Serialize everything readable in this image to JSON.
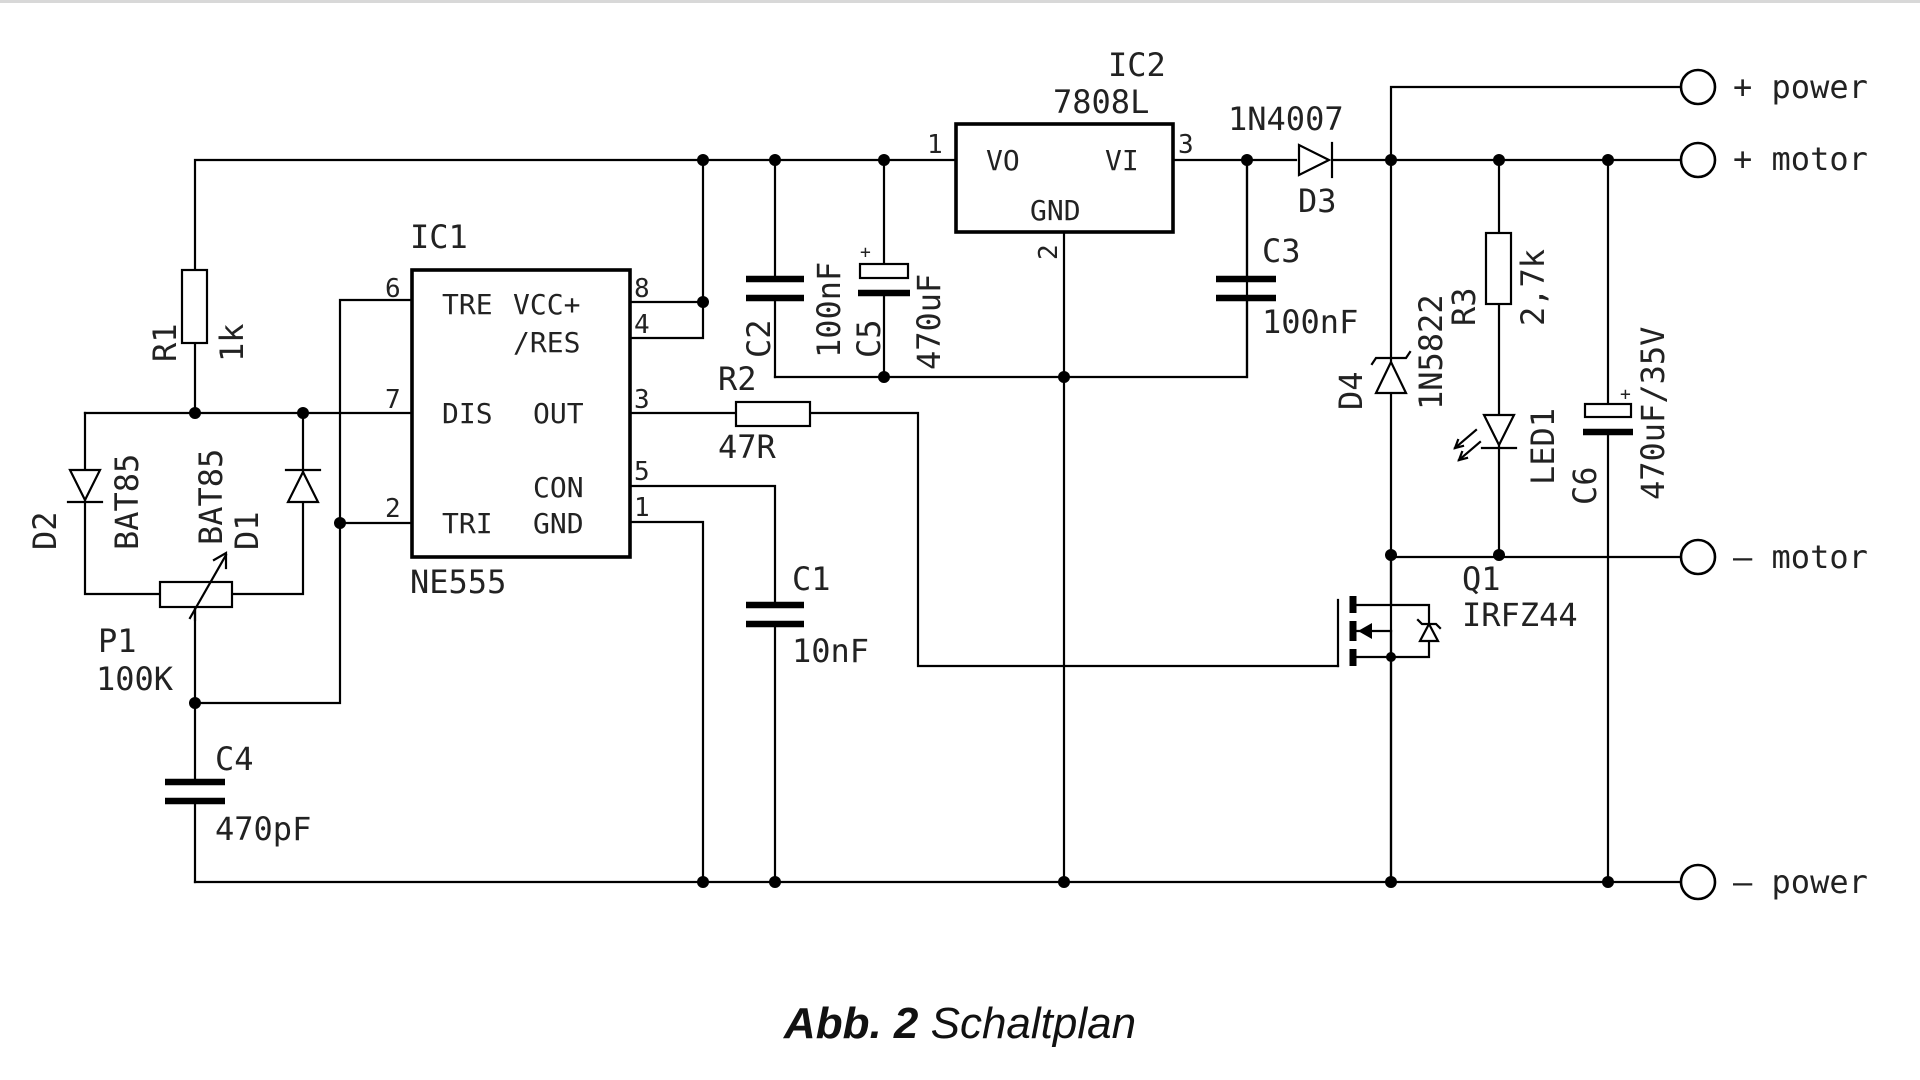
{
  "figure": {
    "caption_bold": "Abb. 2",
    "caption_rest": " Schaltplan"
  },
  "ic1": {
    "ref": "IC1",
    "part": "NE555",
    "tre": "TRE",
    "vcc": "VCC+",
    "res": "/RES",
    "dis": "DIS",
    "out": "OUT",
    "con": "CON",
    "tri": "TRI",
    "gnd": "GND",
    "pins": {
      "p6": "6",
      "p7": "7",
      "p2": "2",
      "p8": "8",
      "p4": "4",
      "p3": "3",
      "p5": "5",
      "p1": "1"
    }
  },
  "ic2": {
    "ref": "IC2",
    "part": "7808L",
    "vo": "VO",
    "vi": "VI",
    "gnd": "GND",
    "pins": {
      "p1": "1",
      "p3": "3",
      "p2": "2"
    }
  },
  "components": {
    "r1": {
      "ref": "R1",
      "value": "1k"
    },
    "r2": {
      "ref": "R2",
      "value": "47R"
    },
    "r3": {
      "ref": "R3",
      "value": "2,7k"
    },
    "d1": {
      "ref": "D1",
      "value": "BAT85"
    },
    "d2": {
      "ref": "D2",
      "value": "BAT85"
    },
    "d3": {
      "ref": "D3",
      "value": "1N4007"
    },
    "d4": {
      "ref": "D4",
      "value": "1N5822"
    },
    "p1": {
      "ref": "P1",
      "value": "100K"
    },
    "c1": {
      "ref": "C1",
      "value": "10nF"
    },
    "c2": {
      "ref": "C2",
      "value": "100nF"
    },
    "c3": {
      "ref": "C3",
      "value": "100nF"
    },
    "c4": {
      "ref": "C4",
      "value": "470pF"
    },
    "c5": {
      "ref": "C5",
      "value": "470uF"
    },
    "c6": {
      "ref": "C6",
      "value": "470uF/35V"
    },
    "led1": {
      "ref": "LED1"
    },
    "q1": {
      "ref": "Q1",
      "value": "IRFZ44"
    },
    "plus_mark": "+"
  },
  "terminals": {
    "power_plus": "+ power",
    "motor_plus": "+ motor",
    "motor_minus": "– motor",
    "power_minus": "– power"
  }
}
